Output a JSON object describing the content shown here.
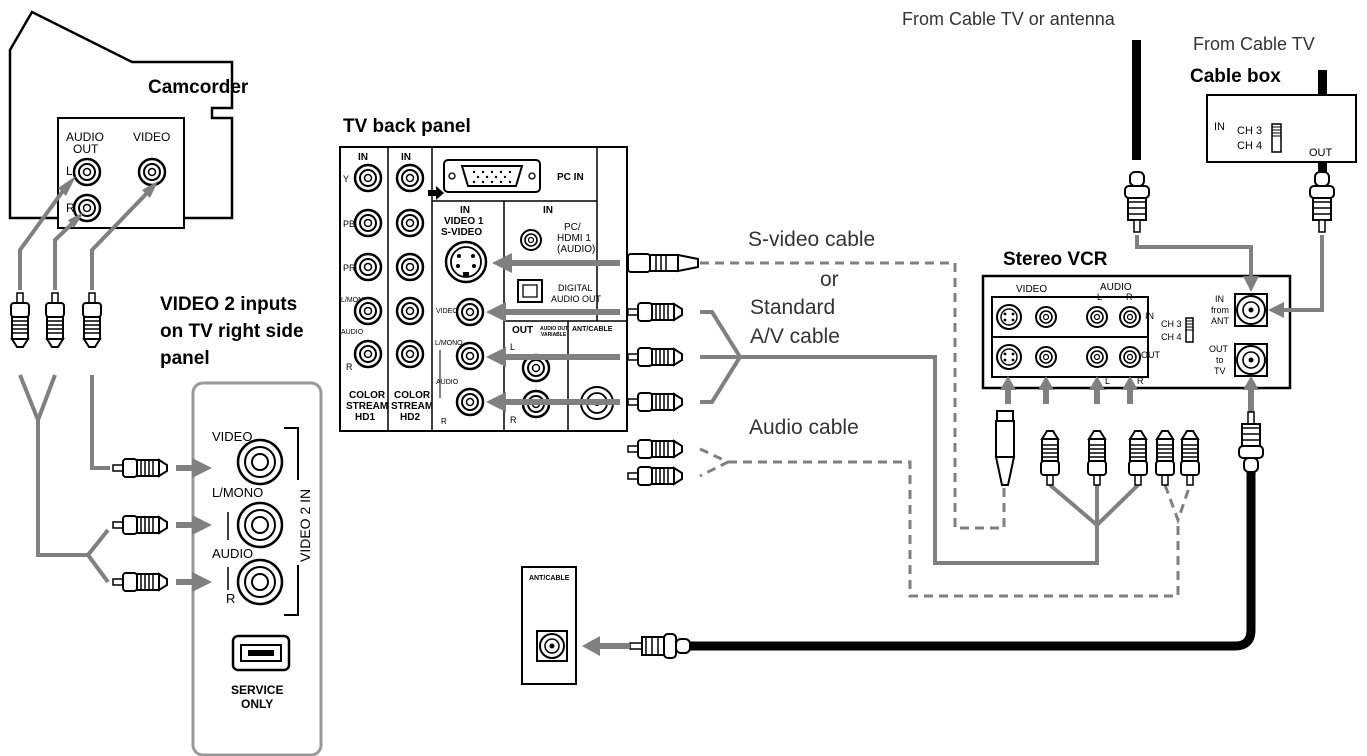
{
  "sources": {
    "antenna": "From Cable TV or antenna",
    "cable_tv": "From Cable TV"
  },
  "camcorder": {
    "title": "Camcorder",
    "audio_out": "AUDIO",
    "audio_out_2": "OUT",
    "video": "VIDEO",
    "left": "L",
    "right": "R"
  },
  "tv_back_panel": {
    "title": "TV back panel",
    "in1": "IN",
    "in2": "IN",
    "y": "Y",
    "pb": "PB",
    "pr": "PR",
    "lmono": "L/MONO",
    "audio": "AUDIO",
    "r": "R",
    "cs_hd1_a": "COLOR",
    "cs_hd1_b": "STREAM",
    "cs_hd1_c": "HD1",
    "cs_hd2_a": "COLOR",
    "cs_hd2_b": "STREAM",
    "cs_hd2_c": "HD2",
    "pc_in": "PC IN",
    "in_video1": "IN",
    "video1": "VIDEO 1",
    "svideo": "S-VIDEO",
    "in_pc": "IN",
    "pc_hdmi_a": "PC/",
    "pc_hdmi_b": "HDMI 1",
    "pc_hdmi_c": "(AUDIO)",
    "video": "VIDEO",
    "lmono2": "L/MONO",
    "audio2": "AUDIO",
    "r2": "R",
    "digital_a": "DIGITAL",
    "digital_b": "AUDIO OUT",
    "out": "OUT",
    "audio_out_var_a": "AUDIO OUT",
    "audio_out_var_b": "VARIABLE",
    "l_out": "L",
    "r_out": "R",
    "ant_cable": "ANT/CABLE"
  },
  "video2": {
    "title_1": "VIDEO 2 inputs",
    "title_2": "on TV right side",
    "title_3": "panel",
    "video": "VIDEO",
    "lmono": "L/MONO",
    "audio": "AUDIO",
    "r": "R",
    "video2_in": "VIDEO 2 IN",
    "service_1": "SERVICE",
    "service_2": "ONLY"
  },
  "cables": {
    "svideo": "S-video cable",
    "or": "or",
    "standard_1": "Standard",
    "standard_2": "A/V cable",
    "audio": "Audio cable"
  },
  "vcr": {
    "title": "Stereo VCR",
    "video": "VIDEO",
    "audio": "AUDIO",
    "l": "L",
    "r": "R",
    "in": "IN",
    "out": "OUT",
    "ch3": "CH 3",
    "ch4": "CH 4",
    "in_ant_1": "IN",
    "in_ant_2": "from",
    "in_ant_3": "ANT",
    "out_tv_1": "OUT",
    "out_tv_2": "to",
    "out_tv_3": "TV",
    "l_bottom": "L",
    "r_bottom": "R"
  },
  "cable_box": {
    "title": "Cable box",
    "in": "IN",
    "ch3": "CH 3",
    "ch4": "CH 4",
    "out": "OUT"
  },
  "ant_panel": {
    "label": "ANT/CABLE"
  },
  "colors": {
    "line": "#000000",
    "cable_gray": "#808080",
    "dash": "#808080",
    "panel_stroke": "#000000",
    "rounded_panel": "#999999"
  }
}
